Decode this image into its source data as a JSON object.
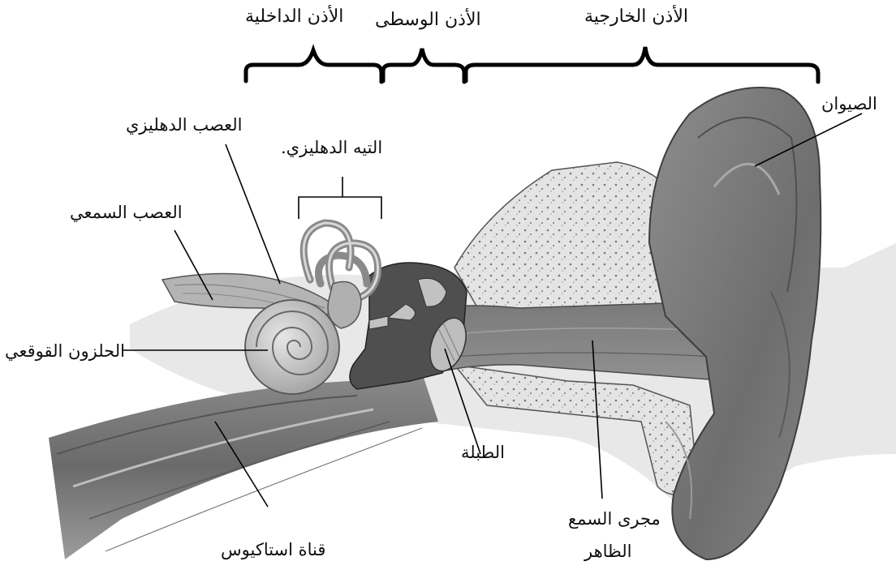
{
  "sections": {
    "inner_ear": "الأذن الداخلية",
    "middle_ear": "الأذن الوسطى",
    "outer_ear": "الأذن الخارجية"
  },
  "labels": {
    "pinna": "الصيوان",
    "vestibular_nerve": "العصب الدهليزي",
    "vestibular_labyrinth": "التيه الدهليزي.",
    "auditory_nerve": "العصب السمعي",
    "cochlea": "الحلزون القوقعي",
    "eardrum": "الطبلة",
    "ear_canal_line1": "مجرى السمع",
    "ear_canal_line2": "الظاهر",
    "eustachian_tube": "قناة استاكيوس"
  },
  "colors": {
    "ink": "#111111",
    "skin_dark": "#6f6f6f",
    "skin_mid": "#9a9a9a",
    "skin_light": "#c9c9c9",
    "bone": "#e2e2e2",
    "cavity": "#555555"
  }
}
